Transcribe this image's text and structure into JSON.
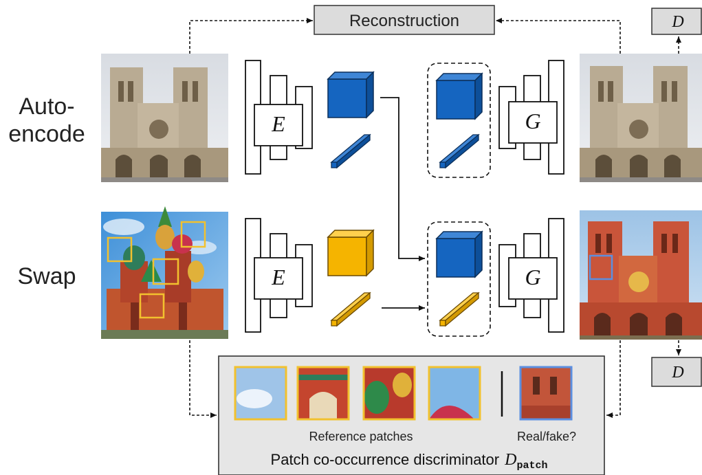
{
  "diagram": {
    "reconstruction_label": "Reconstruction",
    "rows": {
      "autoencode_label_line1": "Auto-",
      "autoencode_label_line2": "encode",
      "swap_label": "Swap"
    },
    "encoder_letter": "E",
    "generator_letter": "G",
    "discriminator_letter": "D",
    "patch_panel": {
      "reference_label": "Reference patches",
      "realfake_label": "Real/fake?",
      "caption": "Patch co-occurrence discriminator",
      "caption_symbol": "D",
      "caption_subscript": "patch"
    },
    "colors": {
      "structure_code": "#1565c0",
      "texture_swap": "#f5b400",
      "patch_highlight": "#f2c12e",
      "output_patch": "#5b8fe0",
      "panel_fill": "#e6e6e6",
      "box_fill": "#dcdcdc"
    }
  }
}
